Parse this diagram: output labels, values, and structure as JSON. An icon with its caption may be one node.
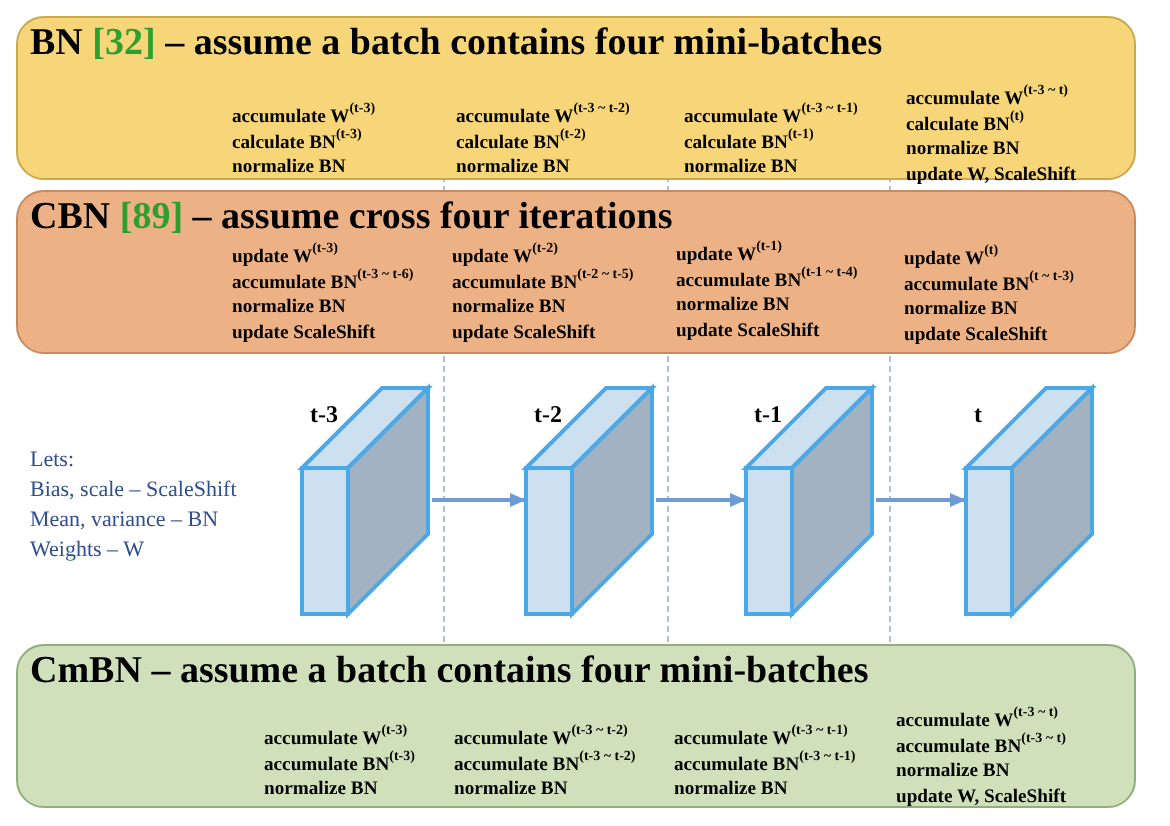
{
  "diagram": {
    "nodes": [
      {
        "text": [
          "BN [32] – assume a batch contains four mini-batches",
          "accumulate W$^{(t-3)}$",
          "calculate BN$^{(t-3)}$",
          "normalize  BN",
          "accumulate W$^{(t-3 ~ t-2)}$",
          "calculate BN$^{(t-2)}$",
          "normalize  BN",
          "accumulate W$^{(t-3 ~ t-1)}$",
          "calculate BN$^{(t-1)}$",
          "normalize  BN",
          "accumulate W$^{(t-3 ~ t)}$",
          "calculate BN$^{(t)}$",
          "normalize  BN",
          "update W,  ScaleShift"
        ]
      },
      {
        "text": [
          "CBN [89] – assume cross four iterations",
          "update W$^{(t-3)}$",
          "accumulate BN$^{(t-3 ~ t-6)}$",
          "normalize  BN",
          "update ScaleShift",
          "update W$^{(t-2)}$",
          "accumulate BN$^{(t-2 ~ t-5)}$",
          "normalize  BN",
          "update ScaleShift",
          "update W$^{(t-1)}$",
          "accumulate BN$^{(t-1 ~ t-4)}$",
          "normalize  BN",
          "update ScaleShift",
          "update W$^{(t)}$",
          "accumulate BN$^{(t ~ t-3)}$",
          "normalize  BN",
          "update ScaleShift"
        ]
      },
      {
        "text": [
          "t-3"
        ]
      },
      {
        "text": [
          "t-2"
        ]
      },
      {
        "text": [
          "t-1"
        ]
      },
      {
        "text": [
          "t"
        ]
      },
      {
        "text": [
          "CmBN – assume a batch contains four mini-batches",
          "accumulate W$^{(t-3)}$",
          "accumulate BN$^{(t-3)}$",
          "normalize  BN",
          "accumulate W$^{(t-3 ~ t-2)}$",
          "accumulate BN$^{(t-3 ~ t-2)}$",
          "normalize  BN",
          "accumulate W$^{(t-3 ~ t-1)}$",
          "accumulate BN$^{(t-3 ~ t-1)}$",
          "normalize  BN",
          "accumulate W$^{(t-3 ~ t)}$",
          "accumulate BN$^{(t-3 ~ t)}$",
          "normalize  BN",
          "update W,  ScaleShift"
        ]
      }
    ],
    "edges": [
      {
        "from": 2,
        "to": 3,
        "arrow": "to"
      },
      {
        "from": 3,
        "to": 4,
        "arrow": "to"
      },
      {
        "from": 4,
        "to": 5,
        "arrow": "to"
      }
    ],
    "labels": [
      "Lets:",
      "Bias, scale – ScaleShift",
      "Mean, variance – BN",
      "Weights – W"
    ]
  }
}
